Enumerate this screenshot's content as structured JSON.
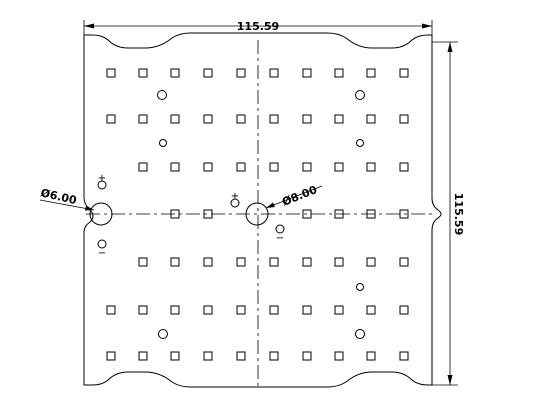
{
  "dimensions": {
    "width_label": "115.59",
    "height_label": "115.59",
    "hole_left_label": "Ø6.00",
    "hole_center_label": "Ø8.00"
  },
  "symbols": {
    "plus": "+",
    "minus": "−"
  },
  "colors": {
    "ink": "#000000",
    "background": "#ffffff"
  }
}
